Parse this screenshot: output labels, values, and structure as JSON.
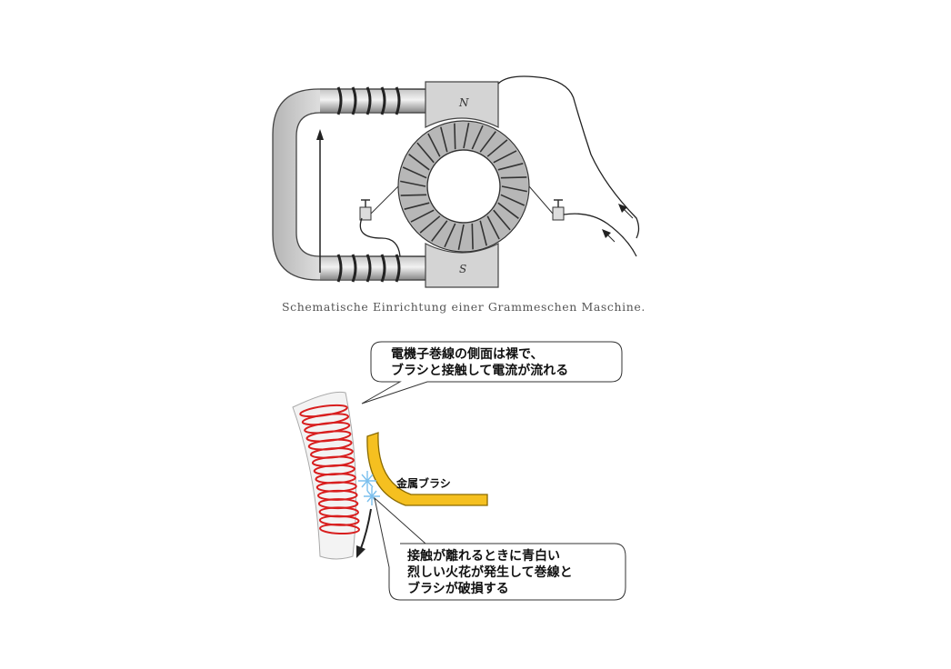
{
  "engraving": {
    "pole_north": "N",
    "pole_south": "S",
    "caption": "Schematische Einrichtung einer Grammeschen Maschine."
  },
  "callouts": {
    "top_line1": "電機子巻線の側面は裸で、",
    "top_line2": "ブラシと接触して電流が流れる",
    "bottom_line1": "接触が離れるときに青白い",
    "bottom_line2": "烈しい火花が発生して巻線と",
    "bottom_line3": "ブラシが破損する"
  },
  "labels": {
    "brush": "金属ブラシ"
  },
  "colors": {
    "coil_red": "#d81e1e",
    "brush_yellow": "#f5c020",
    "spark_blue": "#8ecbf0"
  }
}
